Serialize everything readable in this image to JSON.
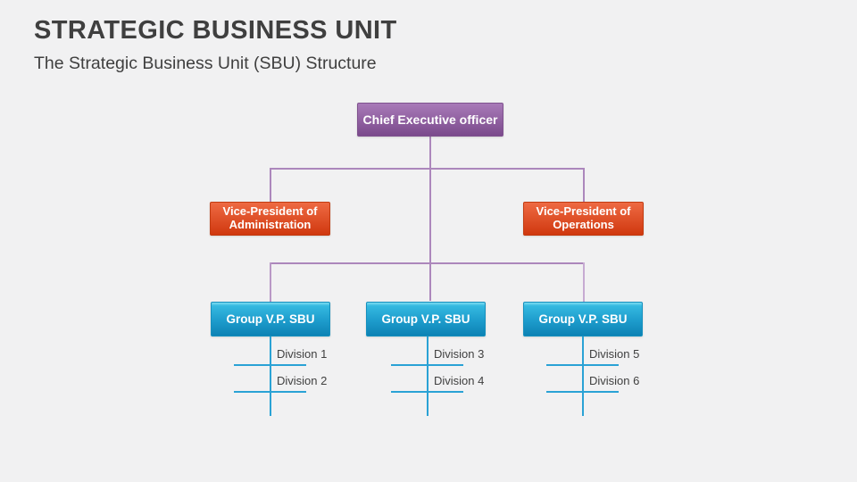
{
  "slide": {
    "title": "STRATEGIC BUSINESS UNIT",
    "subtitle": "The Strategic Business Unit (SBU) Structure"
  },
  "org_chart": {
    "root": {
      "label": "Chief Executive officer"
    },
    "level2": [
      {
        "label": "Vice-President of Administration"
      },
      {
        "label": "Vice-President of Operations"
      }
    ],
    "level3": [
      {
        "label": "Group V.P. SBU",
        "divisions": [
          "Division 1",
          "Division 2"
        ]
      },
      {
        "label": "Group V.P. SBU",
        "divisions": [
          "Division 3",
          "Division 4"
        ]
      },
      {
        "label": "Group V.P. SBU",
        "divisions": [
          "Division 5",
          "Division 6"
        ]
      }
    ]
  },
  "colors": {
    "slide_bg": "#f1f1f2",
    "title_text": "#3f3f3f",
    "body_text": "#404040",
    "ceo_top": "#a87ab8",
    "ceo_bottom": "#7b4a8c",
    "vp_top": "#ee6a43",
    "vp_bottom": "#d0380f",
    "sbu_top": "#35b9e0",
    "sbu_bottom": "#0d82b4",
    "purple_line": "#ac87bc",
    "cyan_line": "#2aa2d5"
  }
}
